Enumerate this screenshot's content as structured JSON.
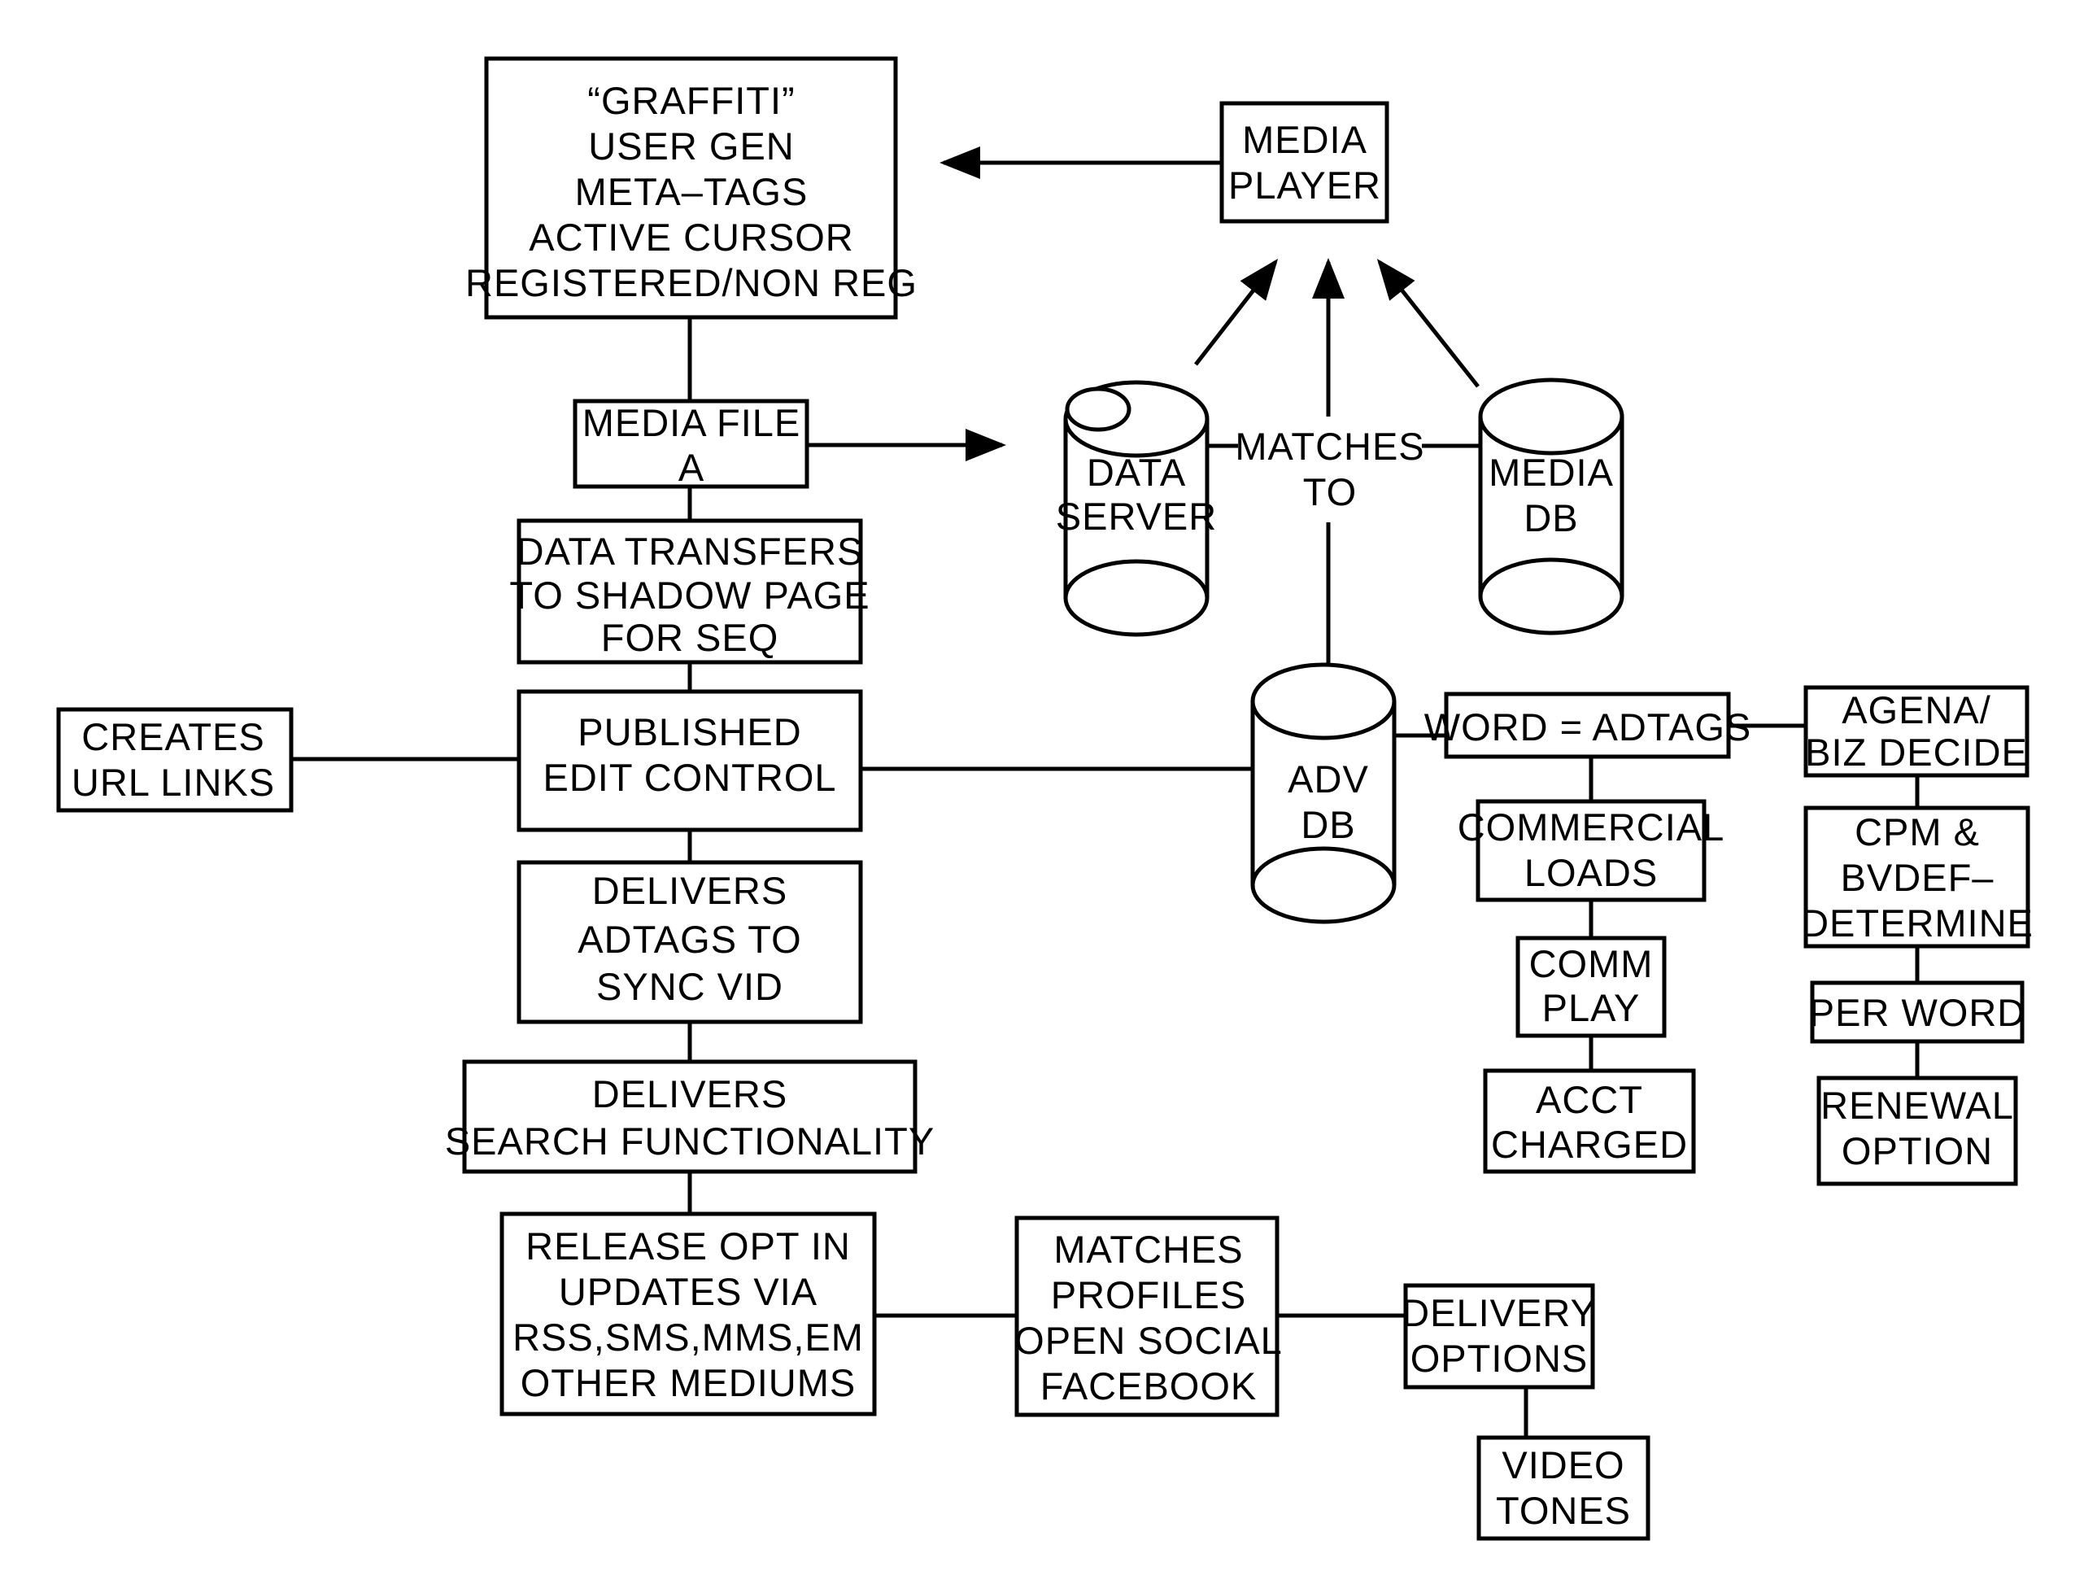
{
  "colors": {
    "ink": "#000000",
    "paper": "#ffffff"
  },
  "nodes": {
    "graffiti": [
      "“GRAFFITI”",
      "USER GEN",
      "META–TAGS",
      "ACTIVE CURSOR",
      "REGISTERED/NON REG"
    ],
    "media_player": [
      "MEDIA",
      "PLAYER"
    ],
    "media_file": [
      "MEDIA FILE",
      "A"
    ],
    "data_server": [
      "DATA",
      "SERVER"
    ],
    "matches_to": [
      "MATCHES",
      "TO"
    ],
    "media_db": [
      "MEDIA",
      "DB"
    ],
    "data_transfers": [
      "DATA TRANSFERS",
      "TO SHADOW PAGE",
      "FOR SEQ"
    ],
    "creates_url": [
      "CREATES",
      "URL LINKS"
    ],
    "published": [
      "PUBLISHED",
      "EDIT CONTROL"
    ],
    "adv_db": [
      "ADV",
      "DB"
    ],
    "word_adtags": [
      "WORD  =  ADTAGS"
    ],
    "agena": [
      "AGENA/",
      "BIZ DECIDE"
    ],
    "delivers_adtags": [
      "DELIVERS",
      "ADTAGS TO",
      "SYNC VID"
    ],
    "commercial_loads": [
      "COMMERCIAL",
      "LOADS"
    ],
    "cpm": [
      "CPM &",
      "BVDEF–",
      "DETERMINE"
    ],
    "comm_play": [
      "COMM",
      "PLAY"
    ],
    "per_word": [
      "PER WORD"
    ],
    "delivers_search": [
      "DELIVERS",
      "SEARCH FUNCTIONALITY"
    ],
    "acct_charged": [
      "ACCT",
      "CHARGED"
    ],
    "renewal": [
      "RENEWAL",
      "OPTION"
    ],
    "release": [
      "RELEASE OPT IN",
      "UPDATES VIA",
      "RSS,SMS,MMS,EM",
      "OTHER MEDIUMS"
    ],
    "matches_profiles": [
      "MATCHES",
      "PROFILES",
      "OPEN SOCIAL",
      "FACEBOOK"
    ],
    "delivery_options": [
      "DELIVERY",
      "OPTIONS"
    ],
    "video_tones": [
      "VIDEO",
      "TONES"
    ]
  }
}
